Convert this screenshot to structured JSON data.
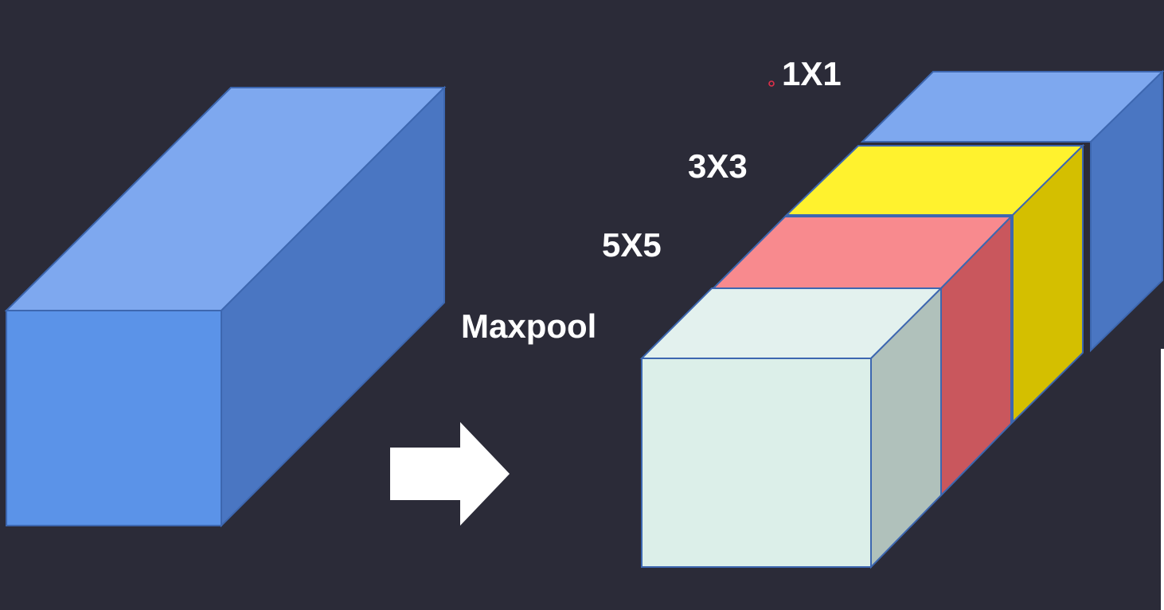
{
  "labels": {
    "one_by_one": "1X1",
    "three_by_three": "3X3",
    "five_by_five": "5X5",
    "maxpool": "Maxpool"
  },
  "colors": {
    "background": "#2b2b38",
    "input_front": "#5b93e8",
    "input_top": "#7ea8ef",
    "input_side": "#4a76c2",
    "outline": "#3d67b0",
    "conv1x1_front": "#6f9ce9",
    "conv1x1_top": "#7ea8ef",
    "conv1x1_side": "#4a76c2",
    "conv3x3_top": "#fff22e",
    "conv3x3_side": "#d4bf00",
    "conv5x5_top": "#f88a8e",
    "conv5x5_side": "#c9575d",
    "maxpool_front": "#dcefe9",
    "maxpool_top": "#e3f1ee",
    "maxpool_side": "#b0c1bb",
    "arrow": "#ffffff",
    "label": "#ffffff"
  },
  "icons": {
    "arrow": "right-arrow-icon",
    "marker": "cursor-dot-icon"
  }
}
